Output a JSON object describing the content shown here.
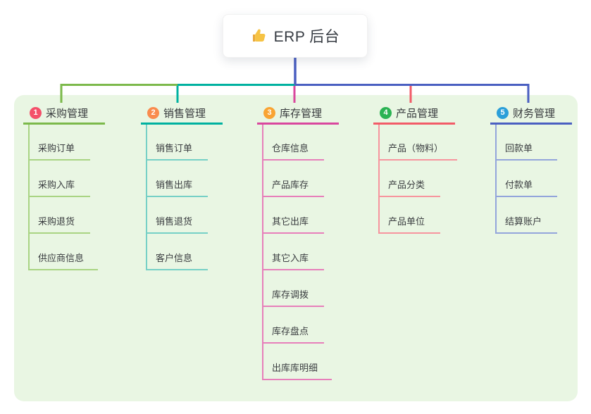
{
  "root": {
    "title": "ERP 后台",
    "icon": "thumbs-up-icon",
    "icon_color": "#f6c344",
    "trunk_color": "#4a5fc1"
  },
  "theme": {
    "canvas_bg": "#e9f6e3",
    "card_bg": "#ffffff",
    "title_text_color": "#363b42",
    "branch_text_color": "#373a3d",
    "child_text_color": "#3a3d40"
  },
  "connector": {
    "segment_colors": [
      "#7cb94b",
      "#00b1a0",
      "#4a5fc1"
    ]
  },
  "branches": [
    {
      "number": "1",
      "title": "采购管理",
      "badge_color": "#f4506a",
      "line_color": "#7cb94b",
      "child_line_color": "#a9d483",
      "children": [
        "采购订单",
        "采购入库",
        "采购退货",
        "供应商信息"
      ]
    },
    {
      "number": "2",
      "title": "销售管理",
      "badge_color": "#f98b4e",
      "line_color": "#00b1a0",
      "child_line_color": "#76d0c6",
      "children": [
        "销售订单",
        "销售出库",
        "销售退货",
        "客户信息"
      ]
    },
    {
      "number": "3",
      "title": "库存管理",
      "badge_color": "#f9a433",
      "line_color": "#d9479e",
      "child_line_color": "#e77fba",
      "children": [
        "仓库信息",
        "产品库存",
        "其它出库",
        "其它入库",
        "库存调拨",
        "库存盘点",
        "出库库明细"
      ]
    },
    {
      "number": "4",
      "title": "产品管理",
      "badge_color": "#2bb353",
      "line_color": "#f25b68",
      "child_line_color": "#f7959e",
      "children": [
        "产品（物料）",
        "产品分类",
        "产品单位"
      ]
    },
    {
      "number": "5",
      "title": "财务管理",
      "badge_color": "#2b9fd9",
      "line_color": "#4a5fc1",
      "child_line_color": "#93a5db",
      "children": [
        "回款单",
        "付款单",
        "结算账户"
      ]
    }
  ]
}
